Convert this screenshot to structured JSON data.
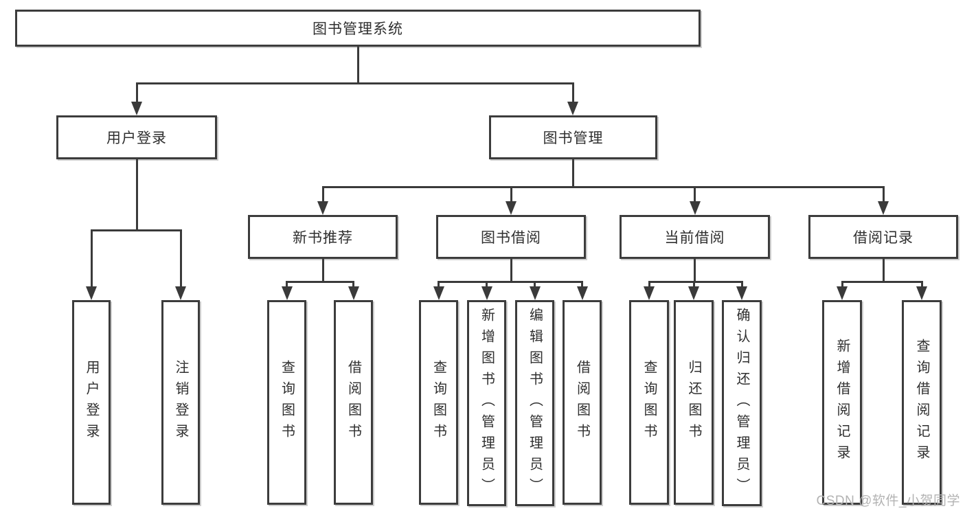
{
  "diagram": {
    "root": {
      "label": "图书管理系统"
    },
    "branches": [
      {
        "label": "用户登录",
        "children": [
          {
            "label": "用户登录"
          },
          {
            "label": "注销登录"
          }
        ]
      },
      {
        "label": "图书管理",
        "children": [
          {
            "label": "新书推荐",
            "children": [
              {
                "label": "查询图书"
              },
              {
                "label": "借阅图书"
              }
            ]
          },
          {
            "label": "图书借阅",
            "children": [
              {
                "label": "查询图书"
              },
              {
                "label": "新增图书（管理员）"
              },
              {
                "label": "编辑图书（管理员）"
              },
              {
                "label": "借阅图书"
              }
            ]
          },
          {
            "label": "当前借阅",
            "children": [
              {
                "label": "查询图书"
              },
              {
                "label": "归还图书"
              },
              {
                "label": "确认归还（管理员）"
              }
            ]
          },
          {
            "label": "借阅记录",
            "children": [
              {
                "label": "新增借阅记录"
              },
              {
                "label": "查询借阅记录"
              }
            ]
          }
        ]
      }
    ]
  },
  "watermark": {
    "text": "CSDN @软件_小贺同学"
  },
  "colors": {
    "line": "#3a3a3a",
    "border": "#3c3c3c",
    "text": "#2f2f2f",
    "watermark": "#b3b3b3",
    "background": "#ffffff"
  }
}
